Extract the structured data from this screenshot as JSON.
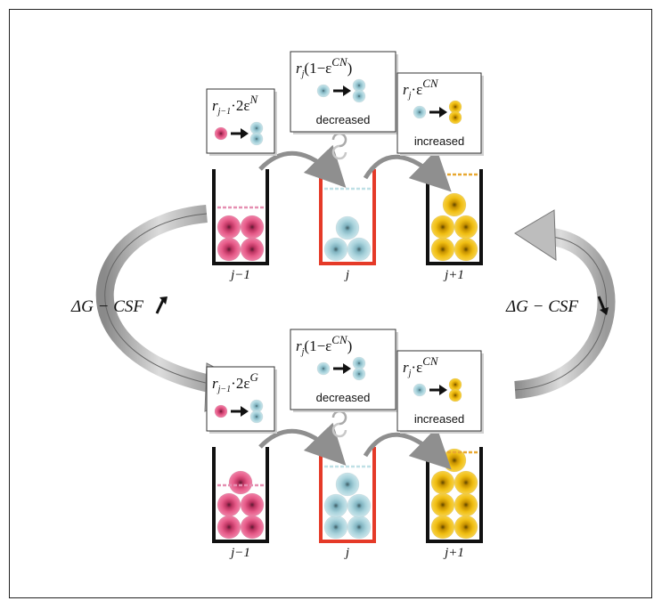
{
  "colors": {
    "progenitor": "#e0507e",
    "proliferating": "#a9d3dc",
    "mature": "#eebc10",
    "current_well": "#e53a28",
    "well": "#111111",
    "arrow_gray": "#9a9a9a"
  },
  "panels": [
    {
      "id": "top",
      "boxes": [
        {
          "formula": "r_{j-1}·2ε^N",
          "parts": [
            "r",
            "j−1",
            "·2ε",
            "N"
          ],
          "from": "progenitor",
          "to": "proliferating",
          "note": ""
        },
        {
          "formula": "r_j(1−ε^{CN})",
          "parts": [
            "r",
            "j",
            "(1−ε",
            "CN",
            ")"
          ],
          "from": "proliferating",
          "to": "proliferating",
          "note": "decreased"
        },
        {
          "formula": "r_j·ε^{CN}",
          "parts": [
            "r",
            "j",
            "·ε",
            "CN"
          ],
          "from": "proliferating",
          "to": "mature",
          "note": "increased"
        }
      ],
      "wells": [
        {
          "label": "j−1",
          "cell_type": "progenitor",
          "count": 4
        },
        {
          "label": "j",
          "cell_type": "proliferating",
          "count": 3
        },
        {
          "label": "j+1",
          "cell_type": "mature",
          "count": 5
        }
      ]
    },
    {
      "id": "bottom",
      "boxes": [
        {
          "formula": "r_{j-1}·2ε^G",
          "parts": [
            "r",
            "j−1",
            "·2ε",
            "G"
          ],
          "from": "progenitor",
          "to": "proliferating",
          "note": ""
        },
        {
          "formula": "r_j(1−ε^{CN})",
          "parts": [
            "r",
            "j",
            "(1−ε",
            "CN",
            ")"
          ],
          "from": "proliferating",
          "to": "proliferating",
          "note": "decreased"
        },
        {
          "formula": "r_j·ε^{CN}",
          "parts": [
            "r",
            "j",
            "·ε",
            "CN"
          ],
          "from": "proliferating",
          "to": "mature",
          "note": "increased"
        }
      ],
      "wells": [
        {
          "label": "j−1",
          "cell_type": "progenitor",
          "count": 5
        },
        {
          "label": "j",
          "cell_type": "proliferating",
          "count": 5
        },
        {
          "label": "j+1",
          "cell_type": "mature",
          "count": 7
        }
      ]
    }
  ],
  "transitions": {
    "left": {
      "label": "ΔG − CSF",
      "direction": "up"
    },
    "right": {
      "label": "ΔG − CSF",
      "direction": "down"
    }
  }
}
